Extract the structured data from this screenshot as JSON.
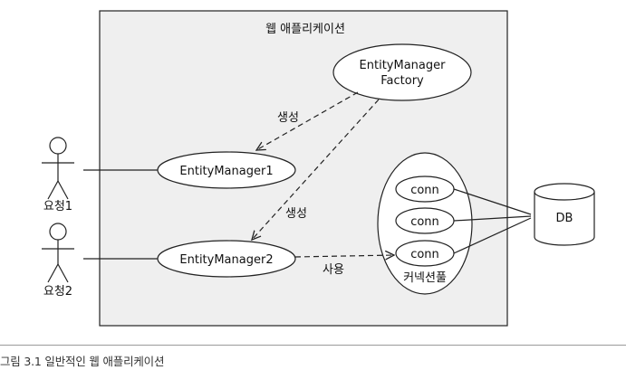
{
  "diagram": {
    "container_title": "웹 애플리케이션",
    "factory": {
      "line1": "EntityManager",
      "line2": "Factory"
    },
    "entity_manager_1": "EntityManager1",
    "entity_manager_2": "EntityManager2",
    "pool_label": "커넥션풀",
    "connections": [
      "conn",
      "conn",
      "conn"
    ],
    "database": "DB",
    "actors": [
      "요청1",
      "요청2"
    ],
    "edge_labels": {
      "create_1": "생성",
      "create_2": "생성",
      "use": "사용"
    },
    "colors": {
      "container_fill": "#efefef",
      "stroke": "#222222",
      "text": "#111111"
    }
  },
  "caption": "그림 3.1 일반적인 웹 애플리케이션"
}
